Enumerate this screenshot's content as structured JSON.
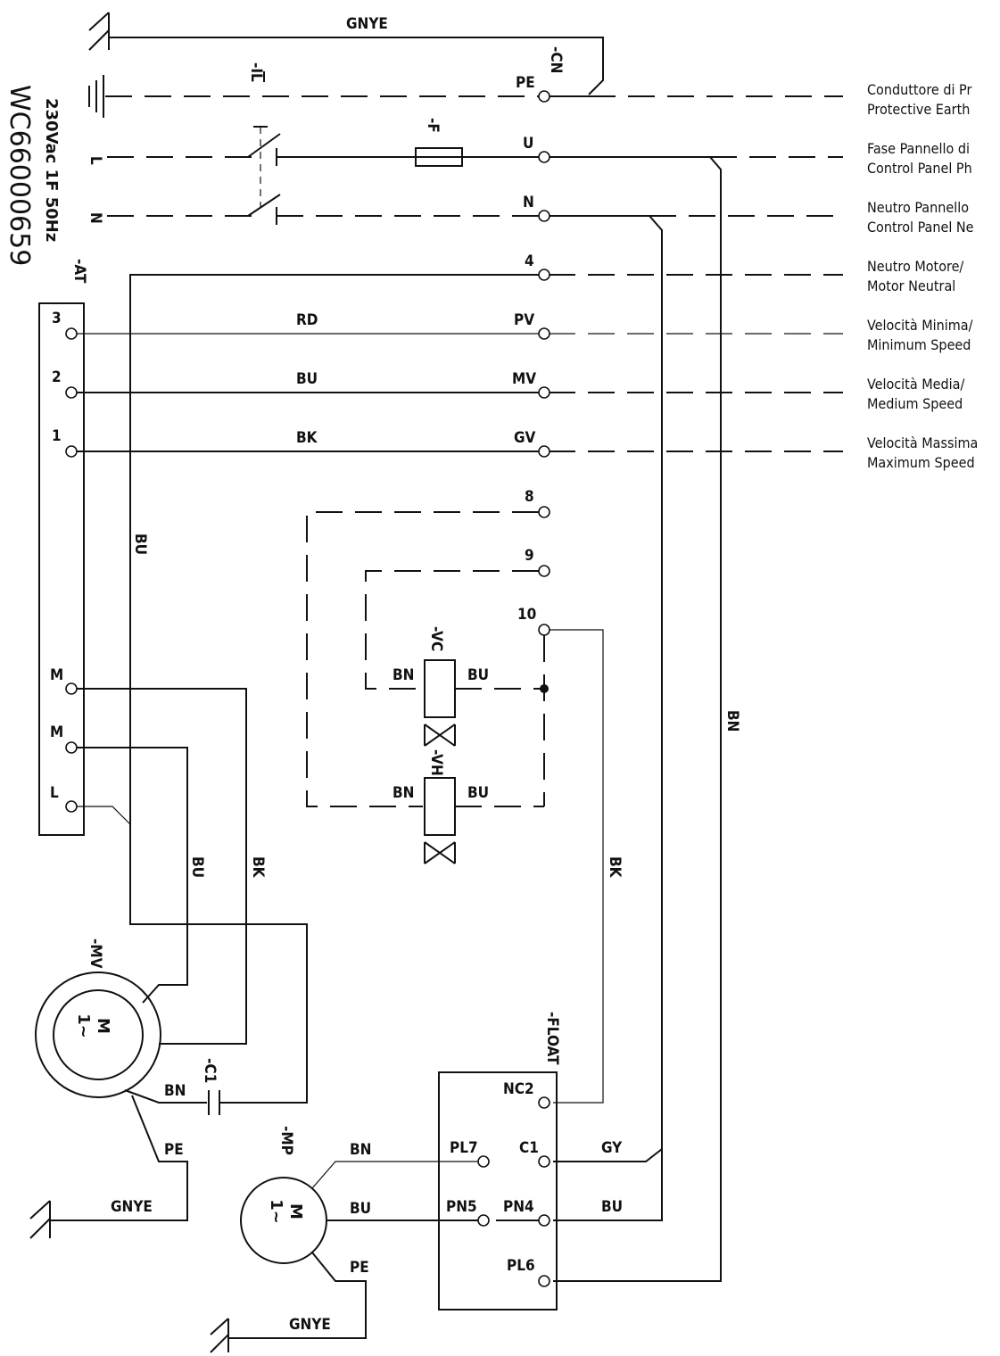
{
  "diagram": {
    "drawing_code": "WC66000659",
    "supply": "230Vac 1F 50Hz",
    "devices": {
      "connector": "-CN",
      "isolator": "-IL",
      "fuse": "-F",
      "speed_switch": "-AT",
      "valve_vc": "-VC",
      "valve_vh": "-VH",
      "fan_motor": "-MV",
      "pump_motor": "-MP",
      "capacitor": "-C1",
      "float_switch": "-FLOAT",
      "motor_symbol": "M",
      "motor_phase": "1~"
    },
    "supply_lines": {
      "L": "L",
      "N": "N"
    },
    "terminals": {
      "pe": "PE",
      "u": "U",
      "n": "N",
      "t4": "4",
      "pv": "PV",
      "mv": "MV",
      "gv": "GV",
      "t8": "8",
      "t9": "9",
      "t10": "10"
    },
    "at_terminals": {
      "t3": "3",
      "t2": "2",
      "t1": "1",
      "m1": "M",
      "m2": "M",
      "l": "L"
    },
    "float_terminals": {
      "nc2": "NC2",
      "c1": "C1",
      "pn4": "PN4",
      "pl6": "PL6",
      "pl7": "PL7",
      "pn5": "PN5"
    },
    "wire_colors": {
      "gnye_top": "GNYE",
      "rd": "RD",
      "bu_mid": "BU",
      "bk_low": "BK",
      "bu_left": "BU",
      "bn_right": "BN",
      "bu_mv": "BU",
      "bk_mv": "BK",
      "bk_float": "BK",
      "vc_bn": "BN",
      "vc_bu": "BU",
      "vh_bn": "BN",
      "vh_bu": "BU",
      "mv_bn": "BN",
      "mv_pe": "PE",
      "mv_gnye": "GNYE",
      "mp_bn": "BN",
      "mp_bu": "BU",
      "mp_pe": "PE",
      "mp_gnye": "GNYE",
      "float_gy": "GY",
      "float_bu": "BU"
    },
    "legend": [
      {
        "line1": "Conduttore di Pr",
        "line2": "Protective Earth"
      },
      {
        "line1": "Fase Pannello di",
        "line2": "Control Panel Ph"
      },
      {
        "line1": "Neutro Pannello",
        "line2": "Control Panel Ne"
      },
      {
        "line1": "Neutro Motore/",
        "line2": "Motor Neutral"
      },
      {
        "line1": "Velocità Minima/",
        "line2": "Minimum Speed"
      },
      {
        "line1": "Velocità Media/",
        "line2": "Medium Speed"
      },
      {
        "line1": "Velocità Massima",
        "line2": "Maximum Speed"
      }
    ]
  }
}
